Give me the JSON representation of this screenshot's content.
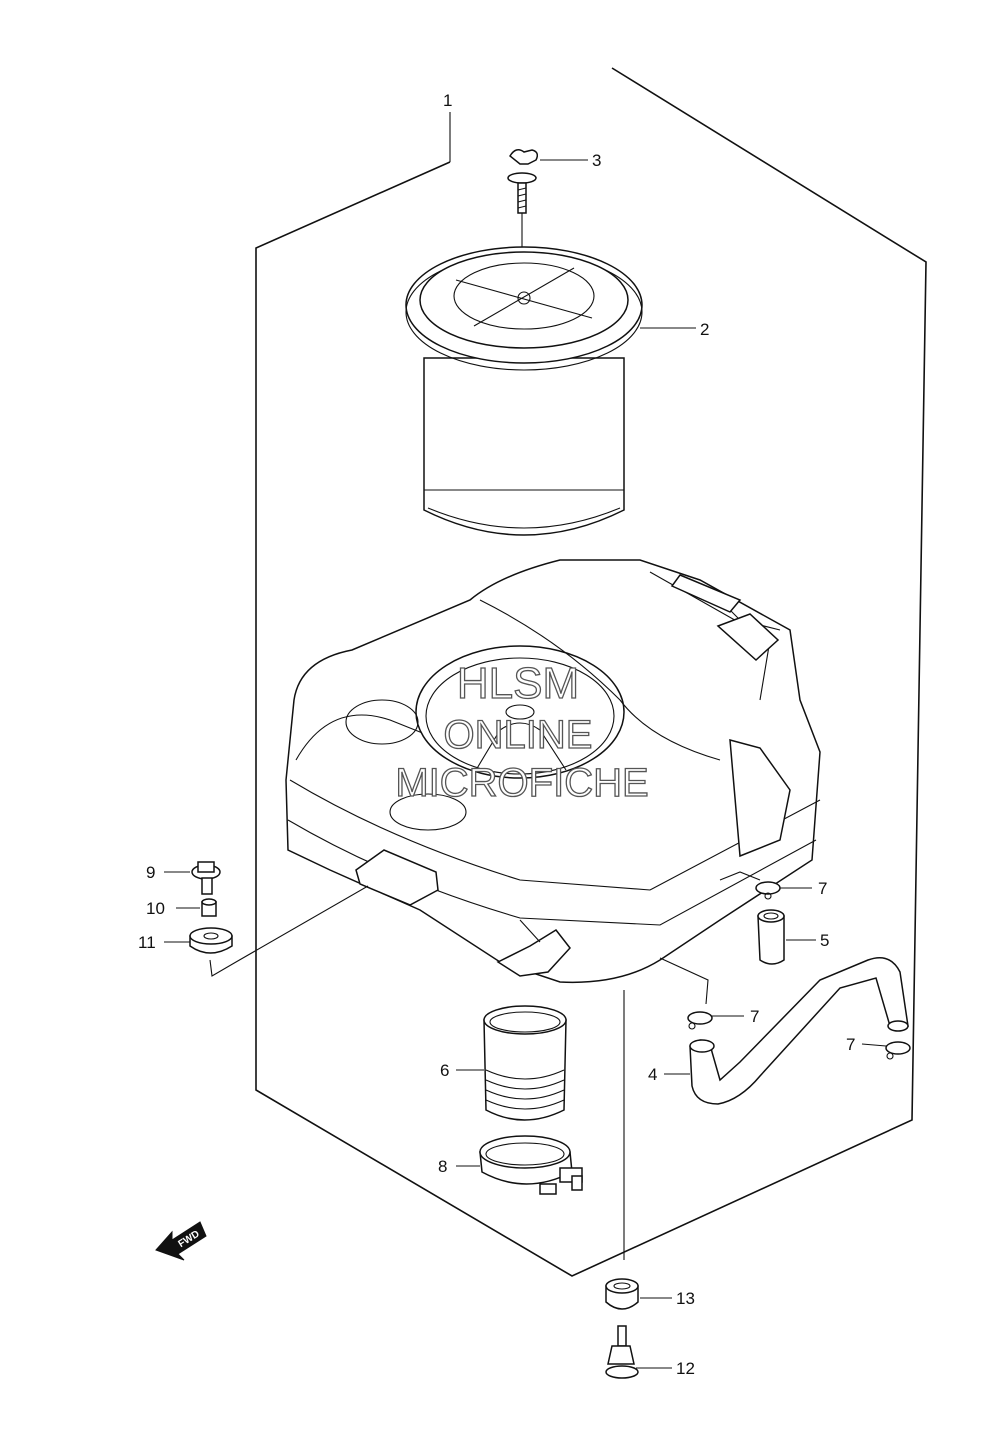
{
  "diagram": {
    "labels": {
      "p1": "1",
      "p2": "2",
      "p3": "3",
      "p4": "4",
      "p5": "5",
      "p6": "6",
      "p7a": "7",
      "p7b": "7",
      "p7c": "7",
      "p8": "8",
      "p9": "9",
      "p10": "10",
      "p11": "11",
      "p12": "12",
      "p13": "13"
    },
    "watermark": {
      "line1": "HLSM",
      "line2": "ONLINE",
      "line3": "MICROFICHE"
    },
    "fwd_arrow": "FWD"
  }
}
